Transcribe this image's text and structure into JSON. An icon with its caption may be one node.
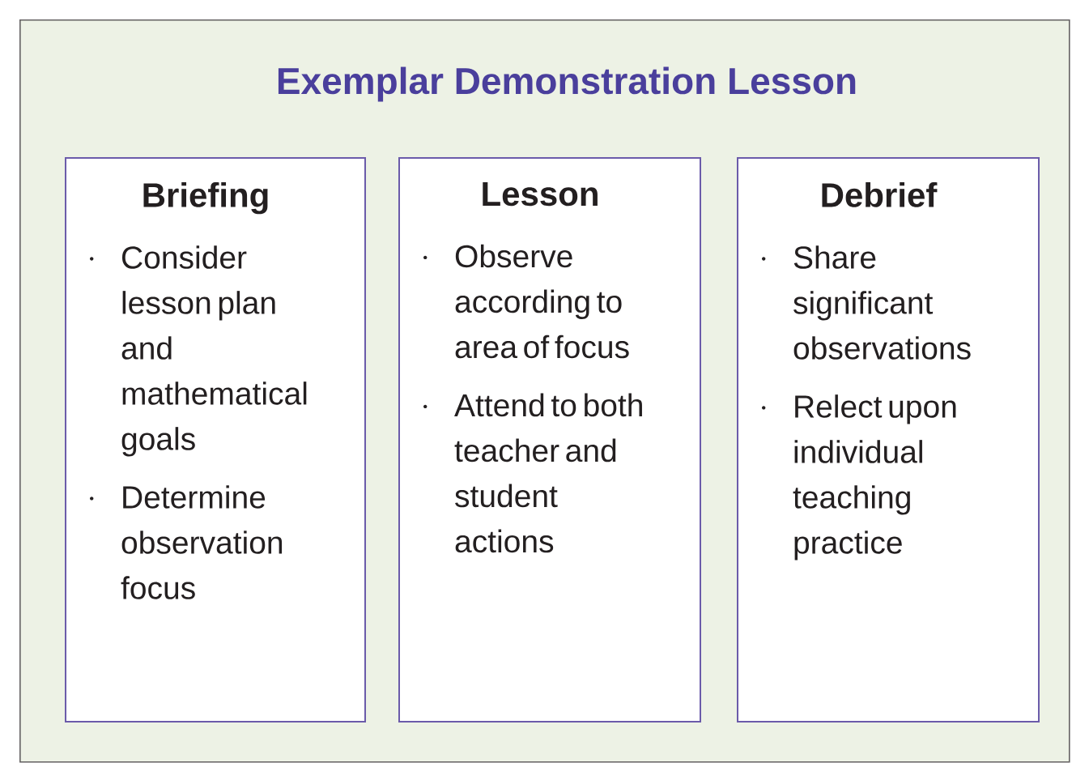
{
  "diagram": {
    "nodes": [
      {
        "text": [
          "Exemplar Demonstration Lesson"
        ]
      },
      {
        "text": [
          "Briefing",
          "Consider lesson plan and mathematical goals",
          "Determine observation focus"
        ],
        "in": 0
      },
      {
        "text": [
          "Lesson",
          "Observe according to area of focus",
          "Attend to both teacher and student actions"
        ],
        "in": 0
      },
      {
        "text": [
          "Debrief",
          "Share significant observations",
          "Relect upon individual teaching practice"
        ],
        "in": 0
      }
    ]
  }
}
